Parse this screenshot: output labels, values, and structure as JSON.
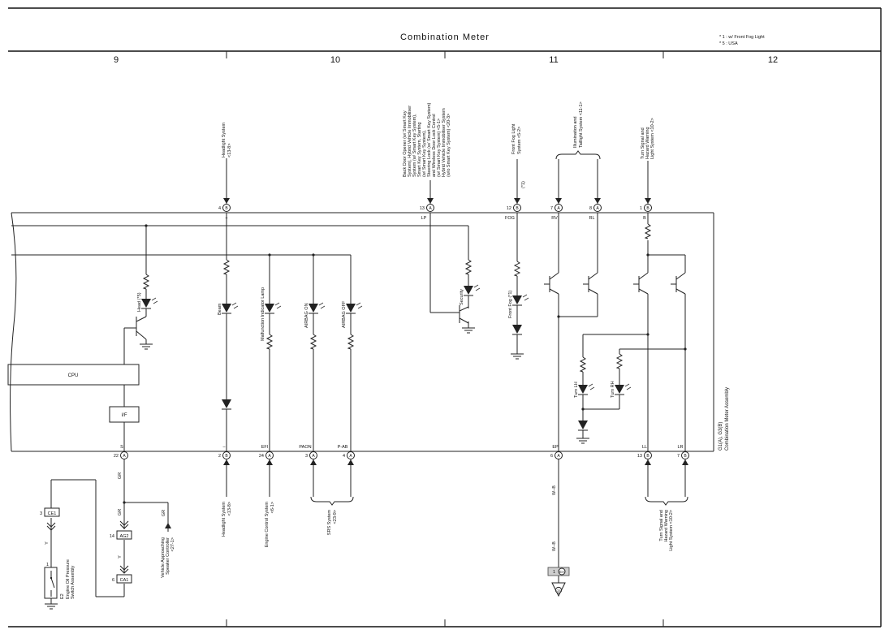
{
  "header": {
    "title": "Combination Meter",
    "notes": [
      "* 1 : w/ Front Fog Light",
      "* 5 : USA"
    ],
    "columns": [
      "9",
      "10",
      "11",
      "12"
    ]
  },
  "assembly": {
    "code": "G1(A), G3(B)",
    "name": "Combination Meter Assembly"
  },
  "blocks": {
    "cpu": "CPU",
    "interface": "I/F"
  },
  "top_connectors": [
    {
      "num": "4",
      "conn": "B",
      "term": "+",
      "system": [
        "Headlight System",
        "<13-8>"
      ]
    },
    {
      "num": "13",
      "conn": "A",
      "term": "LP",
      "system": [
        "Back Door Opener (w/ Smart Key",
        "System), Hybrid Vehicle Immobiliser",
        "System (w/ Smart Key System),",
        "Smart Key System, Starting",
        "(w/ Smart Key System),",
        "Steering Lock (w/ Smart Key System)",
        "and Wireless Door Lock Control",
        "(w/ Smart Key System) <5-1>",
        "Hybrid Vehicle Immobiliser System",
        "(w/o Smart Key System) <20-3>"
      ]
    },
    {
      "num": "12",
      "conn": "B",
      "term": "FOG",
      "mark": "(*1)",
      "system": [
        "Front Fog Light",
        "System <5-2>"
      ]
    },
    {
      "num": "7",
      "conn": "A",
      "term": "RV"
    },
    {
      "num": "8",
      "conn": "A",
      "term": "RL"
    },
    {
      "num": "1",
      "conn": "B",
      "term": "B",
      "system": [
        "Turn Signal and",
        "Hazard Warning",
        "Light System <10-2>"
      ]
    }
  ],
  "top_group": [
    "Illumination and",
    "Taillight System <11-1>"
  ],
  "indicators": [
    {
      "id": "head",
      "label": "Head (*5)"
    },
    {
      "id": "beam",
      "label": "Beam"
    },
    {
      "id": "mil",
      "label": "Malfunction Indicator Lamp"
    },
    {
      "id": "airbag-on",
      "label": "AIRBAG ON"
    },
    {
      "id": "airbag-off",
      "label": "AIRBAG OFF"
    },
    {
      "id": "security",
      "label": "Security"
    },
    {
      "id": "front-fog",
      "label": "Front Fog (*1)"
    },
    {
      "id": "turn-lh",
      "label": "Turn LH"
    },
    {
      "id": "turn-rh",
      "label": "Turn RH"
    }
  ],
  "bottom_connectors": [
    {
      "num": "22",
      "conn": "A",
      "term": "S"
    },
    {
      "num": "2",
      "conn": "B",
      "term": "–",
      "system": [
        "Headlight System",
        "<13-8>"
      ]
    },
    {
      "num": "24",
      "conn": "A",
      "term": "EFI",
      "system": [
        "Engine Control System",
        "<6-1>"
      ]
    },
    {
      "num": "3",
      "conn": "A",
      "term": "PAON"
    },
    {
      "num": "4",
      "conn": "A",
      "term": "P-AB"
    },
    {
      "num": "6",
      "conn": "A",
      "term": "EP"
    },
    {
      "num": "13",
      "conn": "B",
      "term": "LL"
    },
    {
      "num": "7",
      "conn": "B",
      "term": "LR"
    }
  ],
  "srs_group": [
    "SRS System",
    "<23-9>"
  ],
  "turn_group": [
    "Turn Signal and",
    "Hazard Warning",
    "Light System <10-2>"
  ],
  "wires": {
    "gr": "GR",
    "y": "Y",
    "wb": "W–B"
  },
  "left_junctions": [
    {
      "num": "3",
      "code": "CE1"
    },
    {
      "num": "14",
      "code": "AG2"
    },
    {
      "num": "6",
      "code": "CA1"
    }
  ],
  "sensor": {
    "pin": "1",
    "code": "E2",
    "name": [
      "Engine Oil Pressure",
      "Switch Assembly"
    ]
  },
  "speaker": [
    "Vehicle Approaching",
    "Speaker Controller",
    "<27-1>"
  ],
  "ground_junction": {
    "num": "1",
    "code": "EA"
  },
  "ground_point": "G5"
}
